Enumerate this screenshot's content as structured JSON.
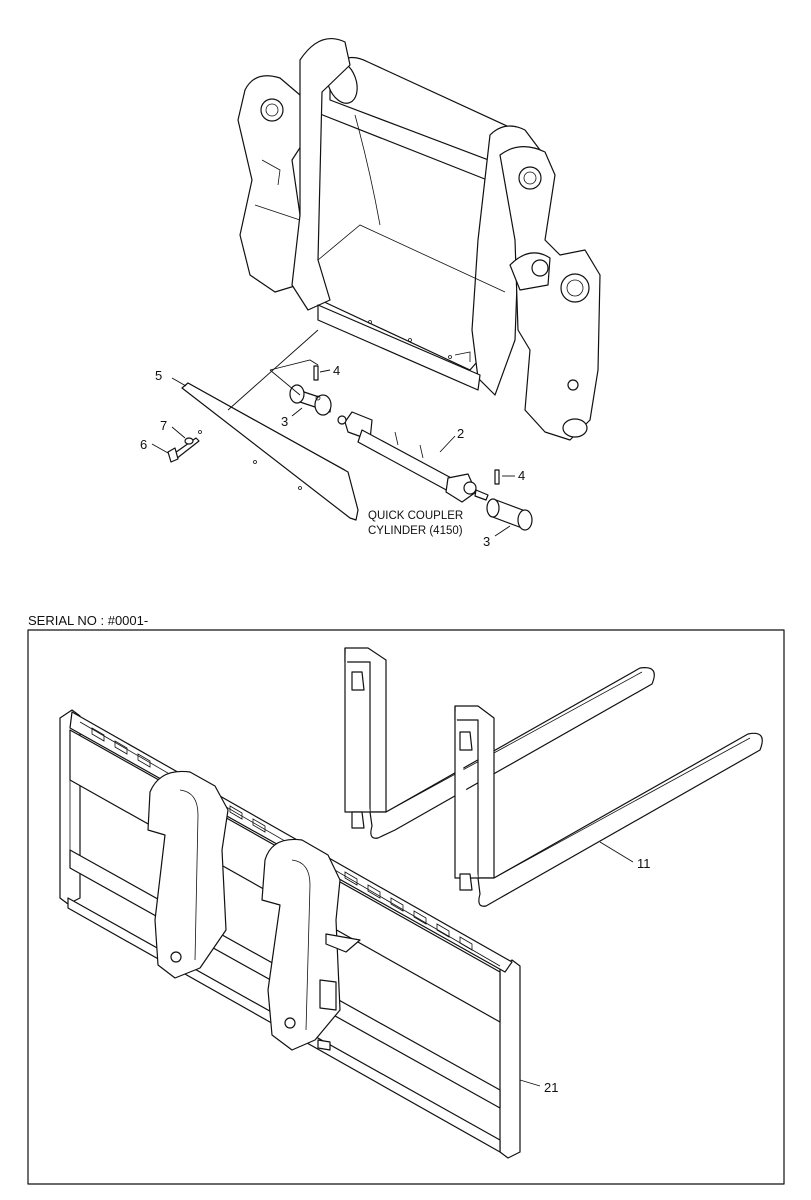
{
  "callouts_top": [
    {
      "id": "5",
      "text": "5"
    },
    {
      "id": "4a",
      "text": "4"
    },
    {
      "id": "3a",
      "text": "3"
    },
    {
      "id": "7",
      "text": "7"
    },
    {
      "id": "6",
      "text": "6"
    },
    {
      "id": "2",
      "text": "2"
    },
    {
      "id": "4b",
      "text": "4"
    },
    {
      "id": "3b",
      "text": "3"
    }
  ],
  "cylinder_note": {
    "line1": "QUICK COUPLER",
    "line2": "CYLINDER (4150)"
  },
  "serial_label": "SERIAL NO : #0001-",
  "callouts_bottom": [
    {
      "id": "11",
      "text": "11"
    },
    {
      "id": "21",
      "text": "21"
    }
  ]
}
